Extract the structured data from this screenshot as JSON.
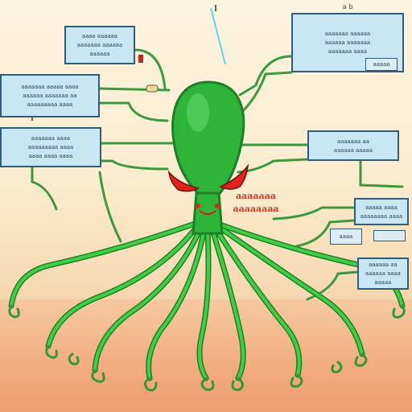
{
  "corner_mark": "a b",
  "labels": {
    "top_left": [
      "aaaa aaaaaa",
      "aaaaaaa aaaaaa",
      "aaaaaa"
    ],
    "upper_left": [
      "aaaaaaa aaaaa aaaa",
      "aaaaaa aaaaaaa aa",
      "aaaaaaaaa aaaa"
    ],
    "mid_left": [
      "aaaaaaa aaaa",
      "aaaaaaaaa aaaa",
      "aaaa aaaa aaaa"
    ],
    "top_right": [
      "aaaaaaa aaaaaa",
      "aaaaaa aaaaaaa",
      "aaaaaaa aaaa"
    ],
    "top_right_tag": "aaaaa",
    "mid_right": [
      "aaaaaaa aa",
      "aaaaaa aaaaa"
    ],
    "right_lower_a": [
      "aaaaa aaaa",
      "aaaaaaaa aaaa"
    ],
    "right_lower_tag": "aaaa",
    "right_lower_b": [
      "aaaaaa aa",
      "aaaaaa aaaa",
      "aaaaa"
    ]
  },
  "center_caption": [
    "aaaaaaa",
    "aaaaaaaa"
  ],
  "colors": {
    "body_green": "#2fb43a",
    "body_dark": "#1d7f26",
    "eye_red": "#e0231d",
    "wire_green": "#3c9a3e",
    "box_fill": "#c9e6f4",
    "box_border": "#2f5d7c",
    "caption_red": "#d23a2a"
  }
}
